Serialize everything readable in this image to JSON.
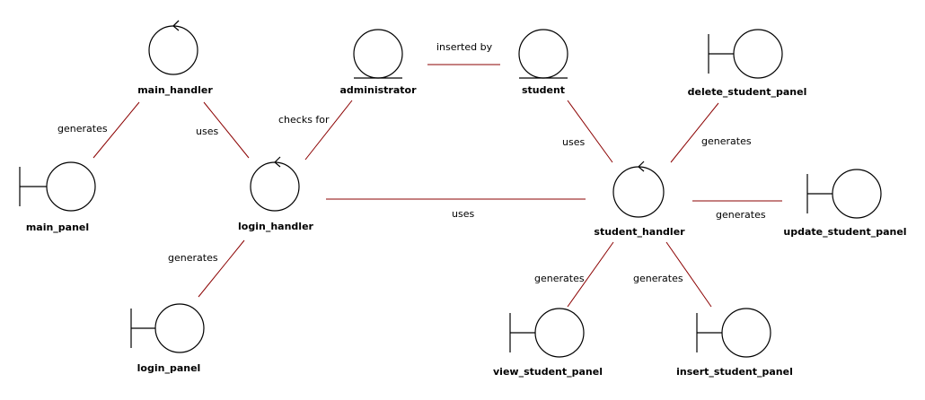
{
  "colors": {
    "background": "#ffffff",
    "shape_stroke": "#000000",
    "edge": "#8b0000",
    "text": "#000000"
  },
  "diagram": {
    "nodes": {
      "main_handler": {
        "label": "main_handler",
        "type": "control"
      },
      "main_panel": {
        "label": "main_panel",
        "type": "boundary"
      },
      "login_handler": {
        "label": "login_handler",
        "type": "control"
      },
      "login_panel": {
        "label": "login_panel",
        "type": "boundary"
      },
      "administrator": {
        "label": "administrator",
        "type": "entity"
      },
      "student": {
        "label": "student",
        "type": "entity"
      },
      "student_handler": {
        "label": "student_handler",
        "type": "control"
      },
      "delete_student_panel": {
        "label": "delete_student_panel",
        "type": "boundary"
      },
      "update_student_panel": {
        "label": "update_student_panel",
        "type": "boundary"
      },
      "view_student_panel": {
        "label": "view_student_panel",
        "type": "boundary"
      },
      "insert_student_panel": {
        "label": "insert_student_panel",
        "type": "boundary"
      }
    },
    "edges": {
      "main_gen_panel": {
        "from": "main_handler",
        "to": "main_panel",
        "label": "generates"
      },
      "main_uses_login": {
        "from": "main_handler",
        "to": "login_handler",
        "label": "uses"
      },
      "login_checks_admin": {
        "from": "login_handler",
        "to": "administrator",
        "label": "checks for"
      },
      "login_gen_panel": {
        "from": "login_handler",
        "to": "login_panel",
        "label": "generates"
      },
      "admin_inserts_student": {
        "from": "administrator",
        "to": "student",
        "label": "inserted by"
      },
      "login_uses_studenth": {
        "from": "login_handler",
        "to": "student_handler",
        "label": "uses"
      },
      "studenth_uses_student": {
        "from": "student_handler",
        "to": "student",
        "label": "uses"
      },
      "studenth_gen_delete": {
        "from": "student_handler",
        "to": "delete_student_panel",
        "label": "generates"
      },
      "studenth_gen_update": {
        "from": "student_handler",
        "to": "update_student_panel",
        "label": "generates"
      },
      "studenth_gen_view": {
        "from": "student_handler",
        "to": "view_student_panel",
        "label": "generates"
      },
      "studenth_gen_insert": {
        "from": "student_handler",
        "to": "insert_student_panel",
        "label": "generates"
      }
    }
  }
}
